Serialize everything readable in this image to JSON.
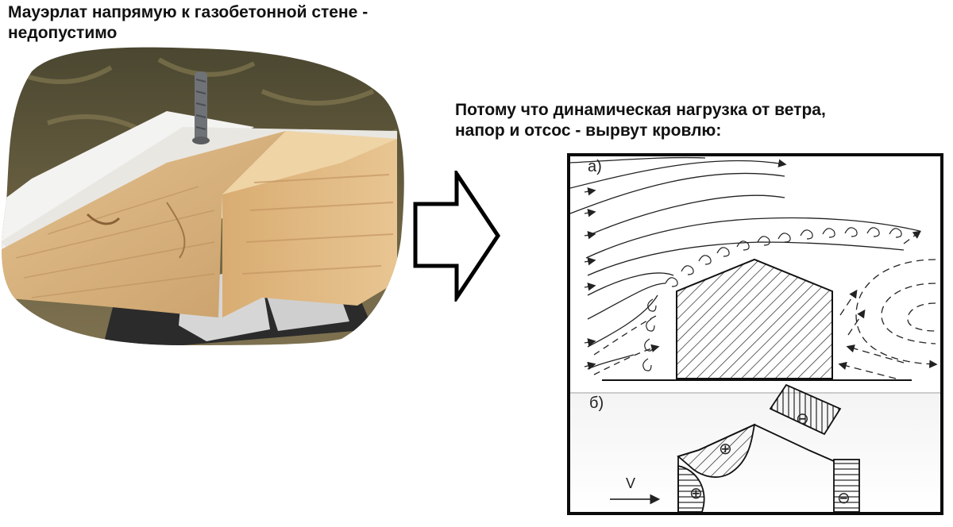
{
  "captions": {
    "left": {
      "line1": "Мауэрлат напрямую к газобетонной стене -",
      "line2": "недопустимо"
    },
    "right": {
      "line1": "Потому что динамическая нагрузка от ветра,",
      "line2": "напор и отсос - вырвут кровлю:"
    }
  },
  "diagram": {
    "panel_a_label": "а)",
    "panel_b_label": "б)",
    "wind_label": "V",
    "pressure_symbols": [
      "⊕",
      "⊖"
    ]
  },
  "colors": {
    "text": "#111111",
    "frame": "#0b0b0b",
    "timber": "#d9b27c",
    "wall_block": "#ececec",
    "grass": "#5b5333"
  }
}
